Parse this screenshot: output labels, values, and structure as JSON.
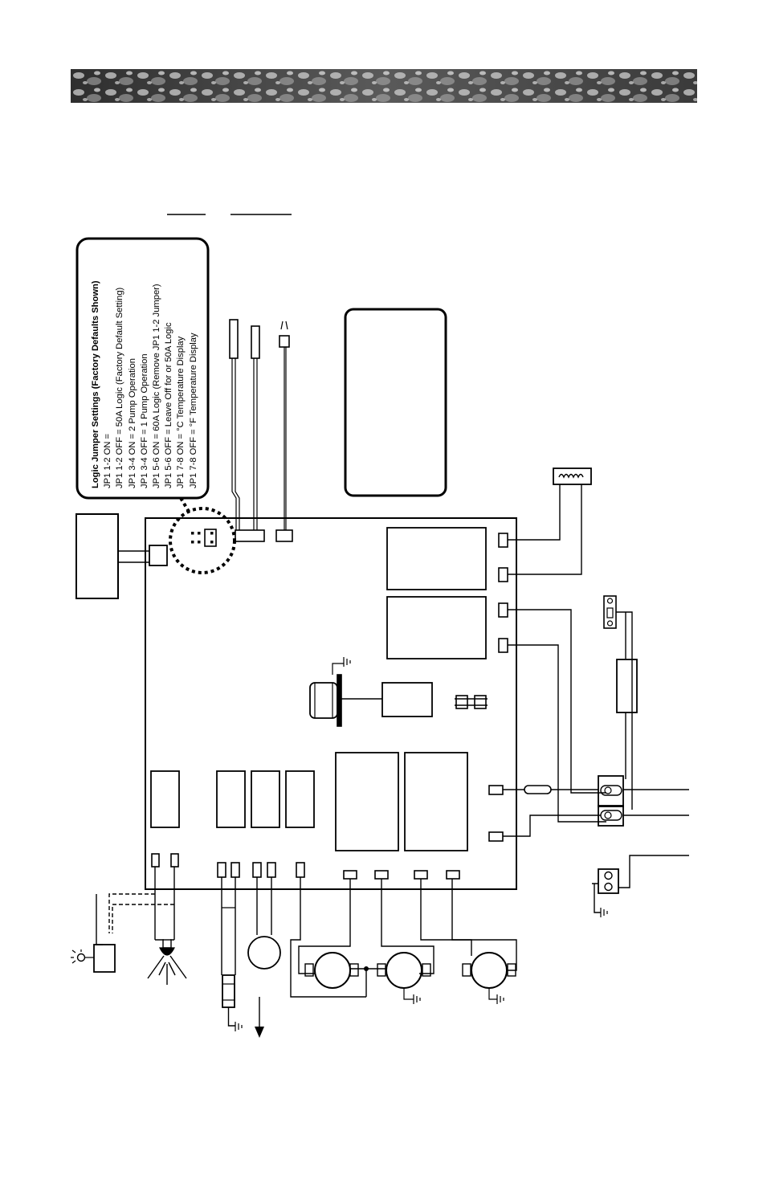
{
  "header": {
    "underline_label_1": "",
    "underline_label_2": ""
  },
  "logic_jumper_box": {
    "title": "Logic Jumper Settings (Factory Defaults Shown)",
    "lines": [
      "JP1 1-2 ON    =",
      "JP1 1-2 OFF  =  50A Logic (Factory Default Setting)",
      "JP1 3-4 ON    = 2 Pump Operation",
      "JP1 3-4 OFF  = 1 Pump Operation",
      "JP1 5-6 ON    =  60A Logic (Remove JP1 1-2 Jumper)",
      "JP1 5-6 OFF  = Leave Off for        or 50A Logic",
      "JP1 7-8 ON    = °C Temperature Display",
      "JP1 7-8 OFF  = °F Temperature Display"
    ]
  },
  "colors": {
    "line": "#000000",
    "background": "#ffffff",
    "banner_dark": "#3a3a3a",
    "banner_light": "#c8c8c8"
  },
  "icons": [
    "ground-icon",
    "light-bulb-icon",
    "spray-light-icon",
    "pump-motor-icon",
    "heater-coil-icon",
    "arrow-down-icon"
  ]
}
